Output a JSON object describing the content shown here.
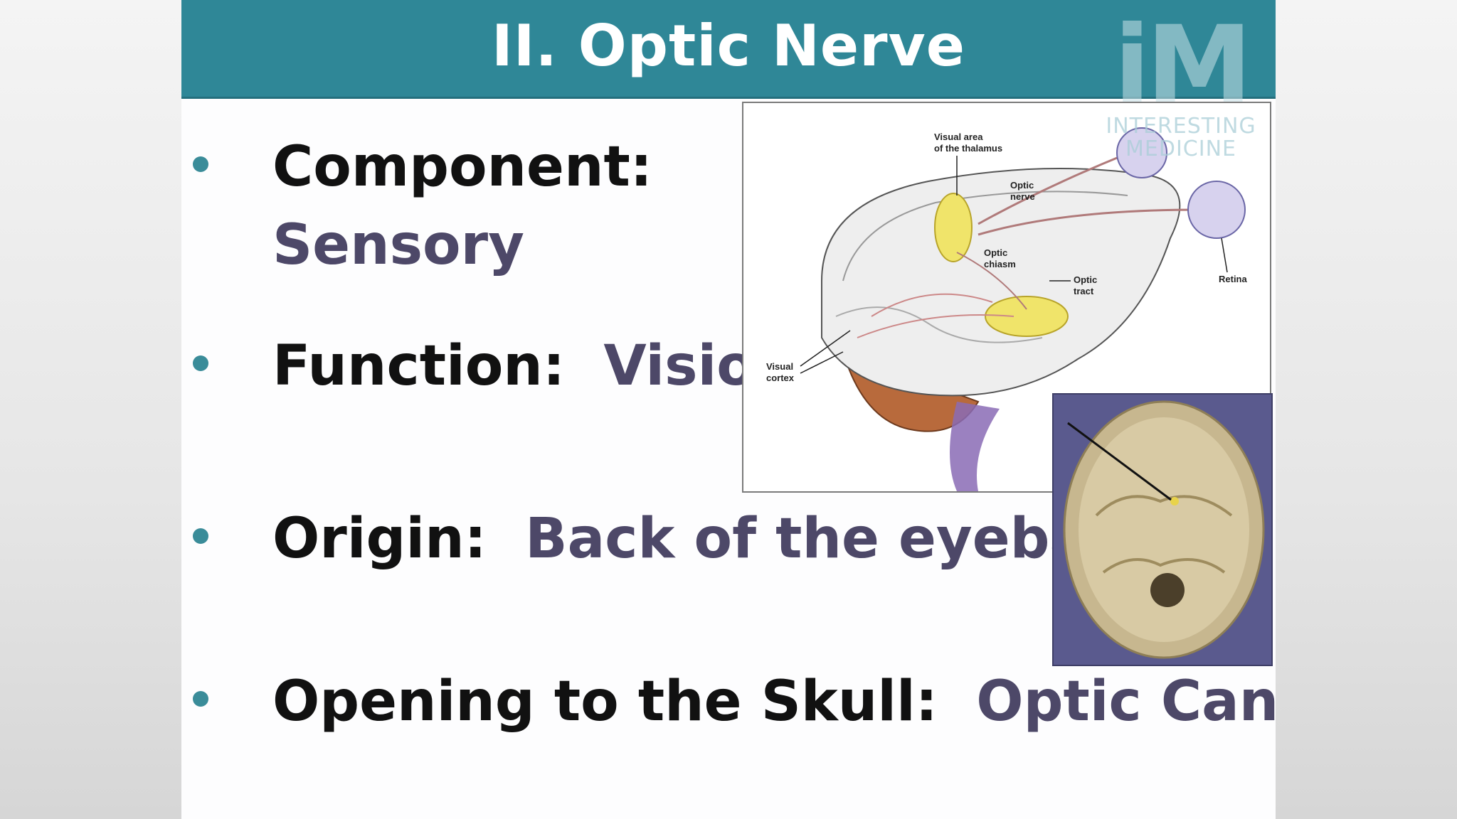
{
  "slide": {
    "title": "II.  Optic Nerve",
    "logo": {
      "mark": "iM",
      "line1": "INTERESTING",
      "line2": "MEDICINE"
    },
    "bullets": [
      {
        "label": "Component:",
        "value": "Sensory"
      },
      {
        "label": "Function:",
        "value": "Vision"
      },
      {
        "label": "Origin:",
        "value": "Back of the eyeball"
      },
      {
        "label": "Opening to the Skull:",
        "value": "Optic Canal"
      }
    ],
    "diagram_labels": {
      "thalamus_1": "Visual area",
      "thalamus_2": "of the thalamus",
      "optic_nerve_1": "Optic",
      "optic_nerve_2": "nerve",
      "chiasm_1": "Optic",
      "chiasm_2": "chiasm",
      "tract_1": "Optic",
      "tract_2": "tract",
      "retina": "Retina",
      "cortex_1": "Visual",
      "cortex_2": "cortex"
    }
  },
  "colors": {
    "title_bar": "#2f8797",
    "bullet_dot": "#3a8c99",
    "label_text": "#111111",
    "value_text": "#4d4868",
    "highlight_yellow": "#f0e46a"
  }
}
